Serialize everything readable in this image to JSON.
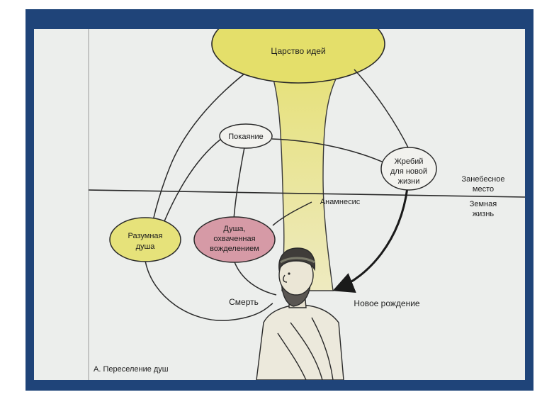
{
  "diagram": {
    "ideas_realm": "Царство идей",
    "repentance": "Покаяние",
    "lot_line1": "Жребий",
    "lot_line2": "для новой",
    "lot_line3": "жизни",
    "rational_soul_line1": "Разумная",
    "rational_soul_line2": "душа",
    "lustful_soul_line1": "Душа,",
    "lustful_soul_line2": "охваченная",
    "lustful_soul_line3": "вожделением",
    "anamnesis": "Анамнесис",
    "death": "Смерть",
    "new_birth": "Новое рождение",
    "supercelestial_line1": "Занебесное",
    "supercelestial_line2": "место",
    "earthly_line1": "Земная",
    "earthly_line2": "жизнь",
    "caption": "А.   Переселение душ"
  },
  "colors": {
    "frame": "#1f4479",
    "paper": "#eceeec",
    "ideas_fill": "#e4df6a",
    "beam_fill": "#ece88f",
    "lustful_soul_fill": "#d69aa6",
    "rational_soul_fill": "#e6e27a",
    "line": "#2a2a2a"
  }
}
